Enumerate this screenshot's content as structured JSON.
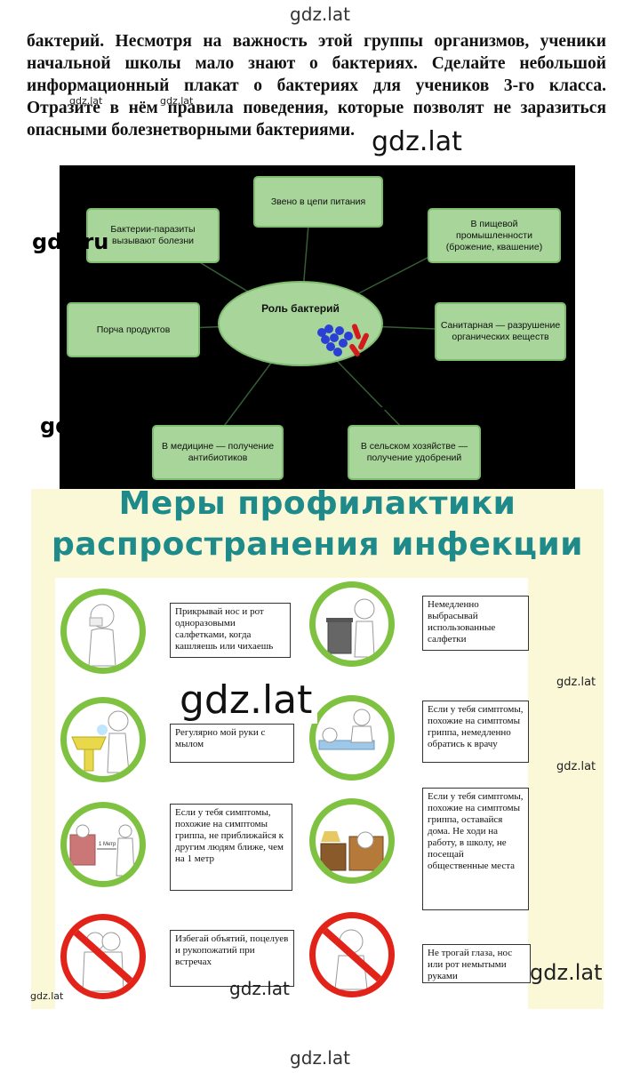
{
  "watermarks": {
    "top": "gdz.lat",
    "bottom": "gdz.lat",
    "small": "gdz.lat",
    "big": "gdz.lat",
    "ru": "gdz.ru",
    "partial_left": "gd",
    "partial_mid": "gdz.",
    "partial_dz": "gdz.ru"
  },
  "intro_text": "бактерий. Несмотря на важность этой группы организмов, ученики начальной школы мало знают о бактериях. Сделайте небольшой информационный плакат о бактериях для учеников 3-го класса. Отразите в нём правила поведения, которые позволят не заразиться опасными болезнетворными бактериями.",
  "diagram": {
    "center": "Роль бактерий",
    "nodes": {
      "food_chain": "Звено в цепи питания",
      "parasites": "Бактерии-паразиты вызывают болезни",
      "food_industry": "В пищевой промышленности (брожение, квашение)",
      "spoilage": "Порча продуктов",
      "sanitary": "Санитарная — разрушение органических веществ",
      "medicine": "В медицине — получение антибиотиков",
      "agriculture": "В сельском хозяйстве — получение удобрений"
    },
    "colors": {
      "node": "#a8d59a",
      "background": "#000000"
    }
  },
  "poster": {
    "title_line1": "Меры профилактики",
    "title_line2": "распространения инфекции",
    "items": {
      "cover_nose": "Прикрывай нос и рот одноразовыми салфетками, когда кашляешь или чихаешь",
      "throw_tissues": "Немедленно выбрасывай использованные салфетки",
      "wash_hands": "Регулярно мой руки с мылом",
      "see_doctor": "Если у тебя симптомы, похожие на симптомы гриппа, немедленно обратись к врачу",
      "keep_distance": "Если у тебя симптомы, похожие на симптомы гриппа, не приближайся к другим людям ближе, чем на 1 метр",
      "stay_home": "Если у тебя симптомы, похожие на симптомы гриппа, оставайся дома. Не ходи на работу, в школу, не посещай общественные места",
      "avoid_hugs": "Избегай объятий, поцелуев и рукопожатий при встречах",
      "no_touch": "Не трогай глаза, нос или рот немытыми руками"
    },
    "distance_label": "1 Метр",
    "colors": {
      "title": "#1f8a8a",
      "ring_ok": "#7fc241",
      "ring_no": "#e2231a",
      "background": "#fbf8d8"
    }
  }
}
